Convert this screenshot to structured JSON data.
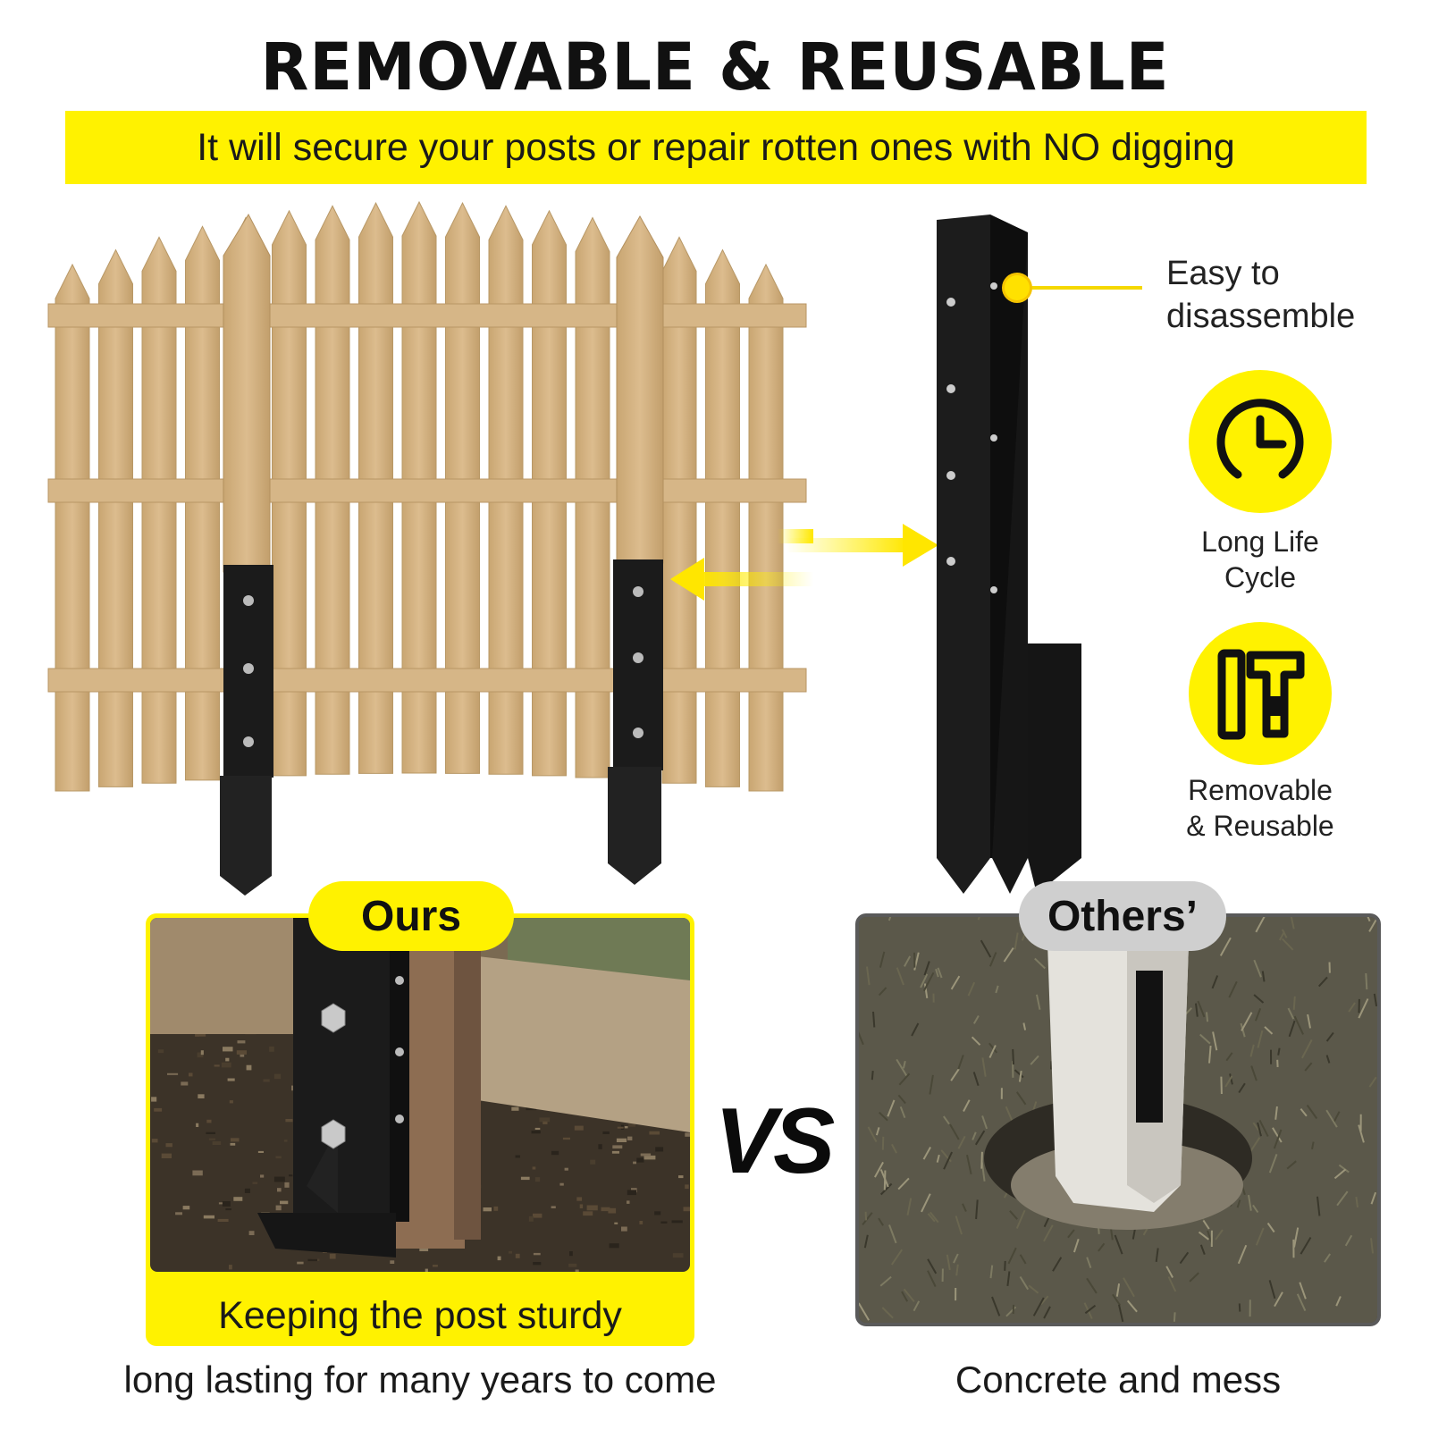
{
  "header": {
    "title": "REMOVABLE & REUSABLE",
    "banner": "It will secure your posts or repair rotten ones with NO digging"
  },
  "product_callout": {
    "label_line1": "Easy to",
    "label_line2": "disassemble"
  },
  "features": [
    {
      "icon": "clock-icon",
      "line1": "Long Life",
      "line2": "Cycle"
    },
    {
      "icon": "tools-icon",
      "line1": "Removable",
      "line2": "& Reusable"
    }
  ],
  "comparison": {
    "ours_tab": "Ours",
    "ours_caption": "Keeping the post sturdy",
    "ours_subcaption": "long lasting for many years to come",
    "vs_label": "VS",
    "others_tab": "Others’",
    "others_caption": "Concrete and mess"
  },
  "colors": {
    "accent_yellow": "#fff200",
    "bracket_black": "#1b1b1b",
    "wood": "#d2b184",
    "others_tab_gray": "#cfcfcf"
  }
}
